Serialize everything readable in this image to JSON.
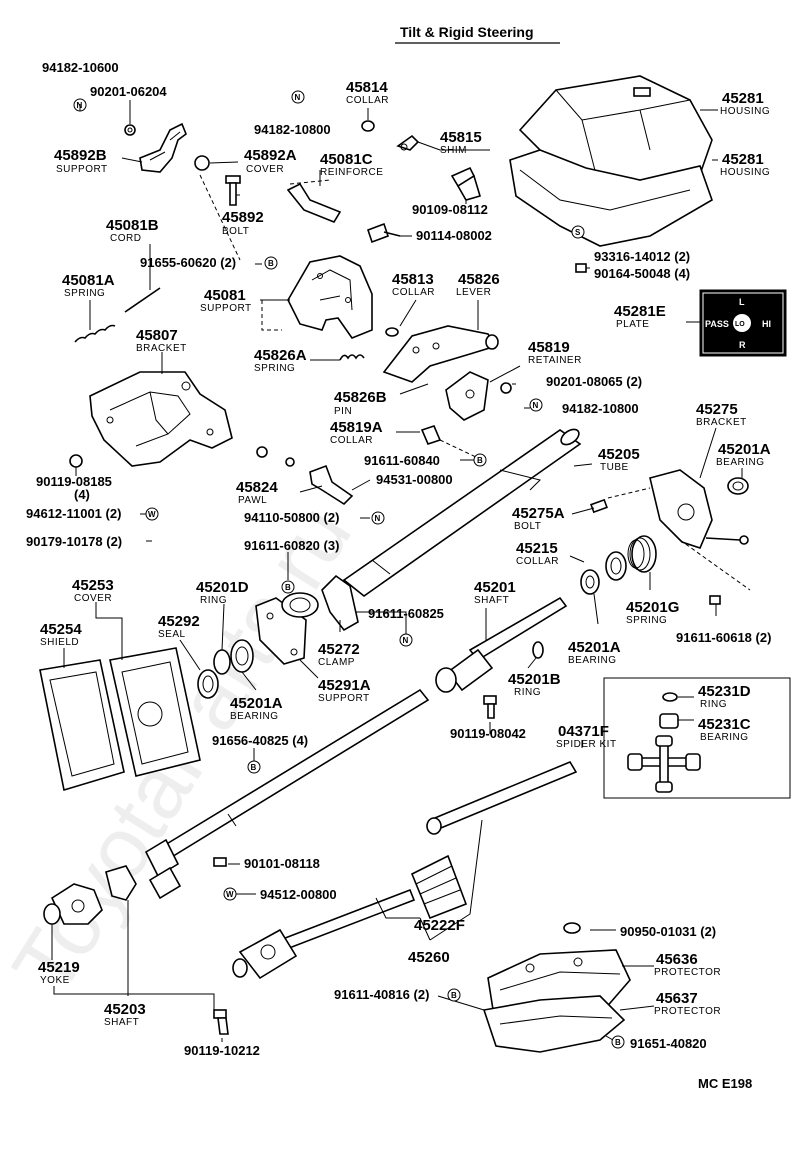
{
  "title": "Tilt &  Rigid Steering",
  "watermark": "ToyotaParts.ru",
  "plate_marks": {
    "left": "PASS",
    "center": "LO",
    "right": "HI",
    "top": "L",
    "bottom": "R"
  },
  "footer": "MC  E198",
  "labels": {
    "l1": "94182-10600",
    "l2": "90201-06204",
    "l3": "45892B",
    "l3n": "SUPPORT",
    "l4": "45892A",
    "l4n": "COVER",
    "l5": "45892",
    "l5n": "BOLT",
    "l6": "45814",
    "l6n": "COLLAR",
    "l7": "94182-10800",
    "l8": "45815",
    "l8n": "SHIM",
    "l9": "45081C",
    "l9n": "REINFORCE",
    "l10": "90109-08112",
    "l11": "45281",
    "l11n": "HOUSING",
    "l12": "45281",
    "l12n": "HOUSING",
    "l13": "45081B",
    "l13n": "CORD",
    "l14": "90114-08002",
    "l15": "91655-60620 (2)",
    "l16": "93316-14012 (2)",
    "l17": "90164-50048 (4)",
    "l18": "45081A",
    "l18n": "SPRING",
    "l19": "45081",
    "l19n": "SUPPORT",
    "l20": "45813",
    "l20n": "COLLAR",
    "l21": "45826",
    "l21n": "LEVER",
    "l22": "45281E",
    "l22n": "PLATE",
    "l23": "45807",
    "l23n": "BRACKET",
    "l24": "45826A",
    "l24n": "SPRING",
    "l25": "45819",
    "l25n": "RETAINER",
    "l26": "90201-08065 (2)",
    "l27": "45826B",
    "l27n": "PIN",
    "l28": "94182-10800",
    "l29": "45819A",
    "l29n": "COLLAR",
    "l30": "45275",
    "l30n": "BRACKET",
    "l31": "45201A",
    "l31n": "BEARING",
    "l32": "45205",
    "l32n": "TUBE",
    "l33": "91611-60840",
    "l34": "90119-08185",
    "l34b": "(4)",
    "l35": "45824",
    "l35n": "PAWL",
    "l36": "94531-00800",
    "l37": "94612-11001 (2)",
    "l38": "94110-50800 (2)",
    "l39": "45275A",
    "l39n": "BOLT",
    "l40": "90179-10178 (2)",
    "l41": "91611-60820 (3)",
    "l42": "45215",
    "l42n": "COLLAR",
    "l43": "45253",
    "l43n": "COVER",
    "l44": "45201D",
    "l44n": "RING",
    "l45": "45201",
    "l45n": "SHAFT",
    "l46": "45254",
    "l46n": "SHIELD",
    "l47": "45292",
    "l47n": "SEAL",
    "l48": "91611-60825",
    "l49": "45201G",
    "l49n": "SPRING",
    "l50": "91611-60618 (2)",
    "l51": "45272",
    "l51n": "CLAMP",
    "l52": "45201A",
    "l52n": "BEARING",
    "l53": "45291A",
    "l53n": "SUPPORT",
    "l54": "45201A",
    "l54n": "BEARING",
    "l55": "45201B",
    "l55n": "RING",
    "l56": "45231D",
    "l56n": "RING",
    "l57": "45231C",
    "l57n": "BEARING",
    "l58": "91656-40825 (4)",
    "l59": "90119-08042",
    "l60": "04371F",
    "l60n": "SPIDER KIT",
    "l61": "90101-08118",
    "l62": "94512-00800",
    "l63": "45222F",
    "l64": "45260",
    "l65": "90950-01031 (2)",
    "l66": "45636",
    "l66n": "PROTECTOR",
    "l67": "45219",
    "l67n": "YOKE",
    "l68": "91611-40816 (2)",
    "l69": "45637",
    "l69n": "PROTECTOR",
    "l70": "45203",
    "l70n": "SHAFT",
    "l71": "91651-40820",
    "l72": "90119-10212"
  },
  "symbols": {
    "n": "N",
    "b": "B",
    "w": "W",
    "s": "S"
  }
}
